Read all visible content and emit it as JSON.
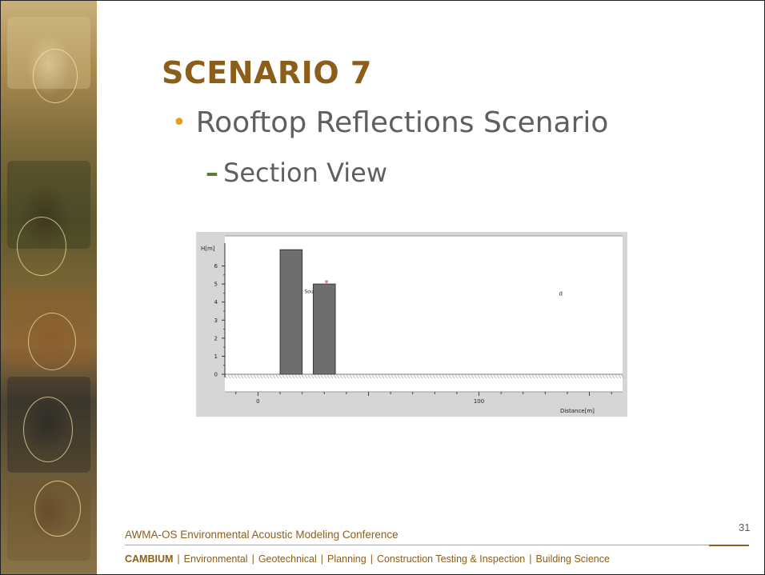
{
  "slide": {
    "title": "SCENARIO 7",
    "bullet": "Rooftop Reflections Scenario",
    "sub_bullet": "Section View",
    "page_number": "31"
  },
  "footer": {
    "conference": "AWMA-OS Environmental Acoustic Modeling Conference",
    "brand": "CAMBIUM",
    "items": [
      "Environmental",
      "Geotechnical",
      "Planning",
      "Construction Testing & Inspection",
      "Building Science"
    ]
  },
  "colors": {
    "title": "#8b5e1a",
    "bullet_dot": "#e0a21c",
    "sub_dash": "#5d7a3a",
    "building_fill": "#6e6e6e"
  },
  "chart_data": {
    "type": "bar",
    "ylabel": "H[m]",
    "xlabel": "Distance[m]",
    "yticks": [
      0,
      1,
      2,
      3,
      4,
      5,
      6
    ],
    "xtick_labels": [
      "0",
      "100"
    ],
    "ylim": [
      0,
      7
    ],
    "xlim": [
      -15,
      165
    ],
    "buildings": [
      {
        "x_start": 10,
        "x_end": 20,
        "height": 6.9
      },
      {
        "x_start": 25,
        "x_end": 35,
        "height": 5.0
      }
    ],
    "source_label": "Sou",
    "source_marker": {
      "x": 31,
      "y": 5.1
    },
    "receiver_label": "d",
    "receiver": {
      "x": 137,
      "y": 4.5
    }
  }
}
